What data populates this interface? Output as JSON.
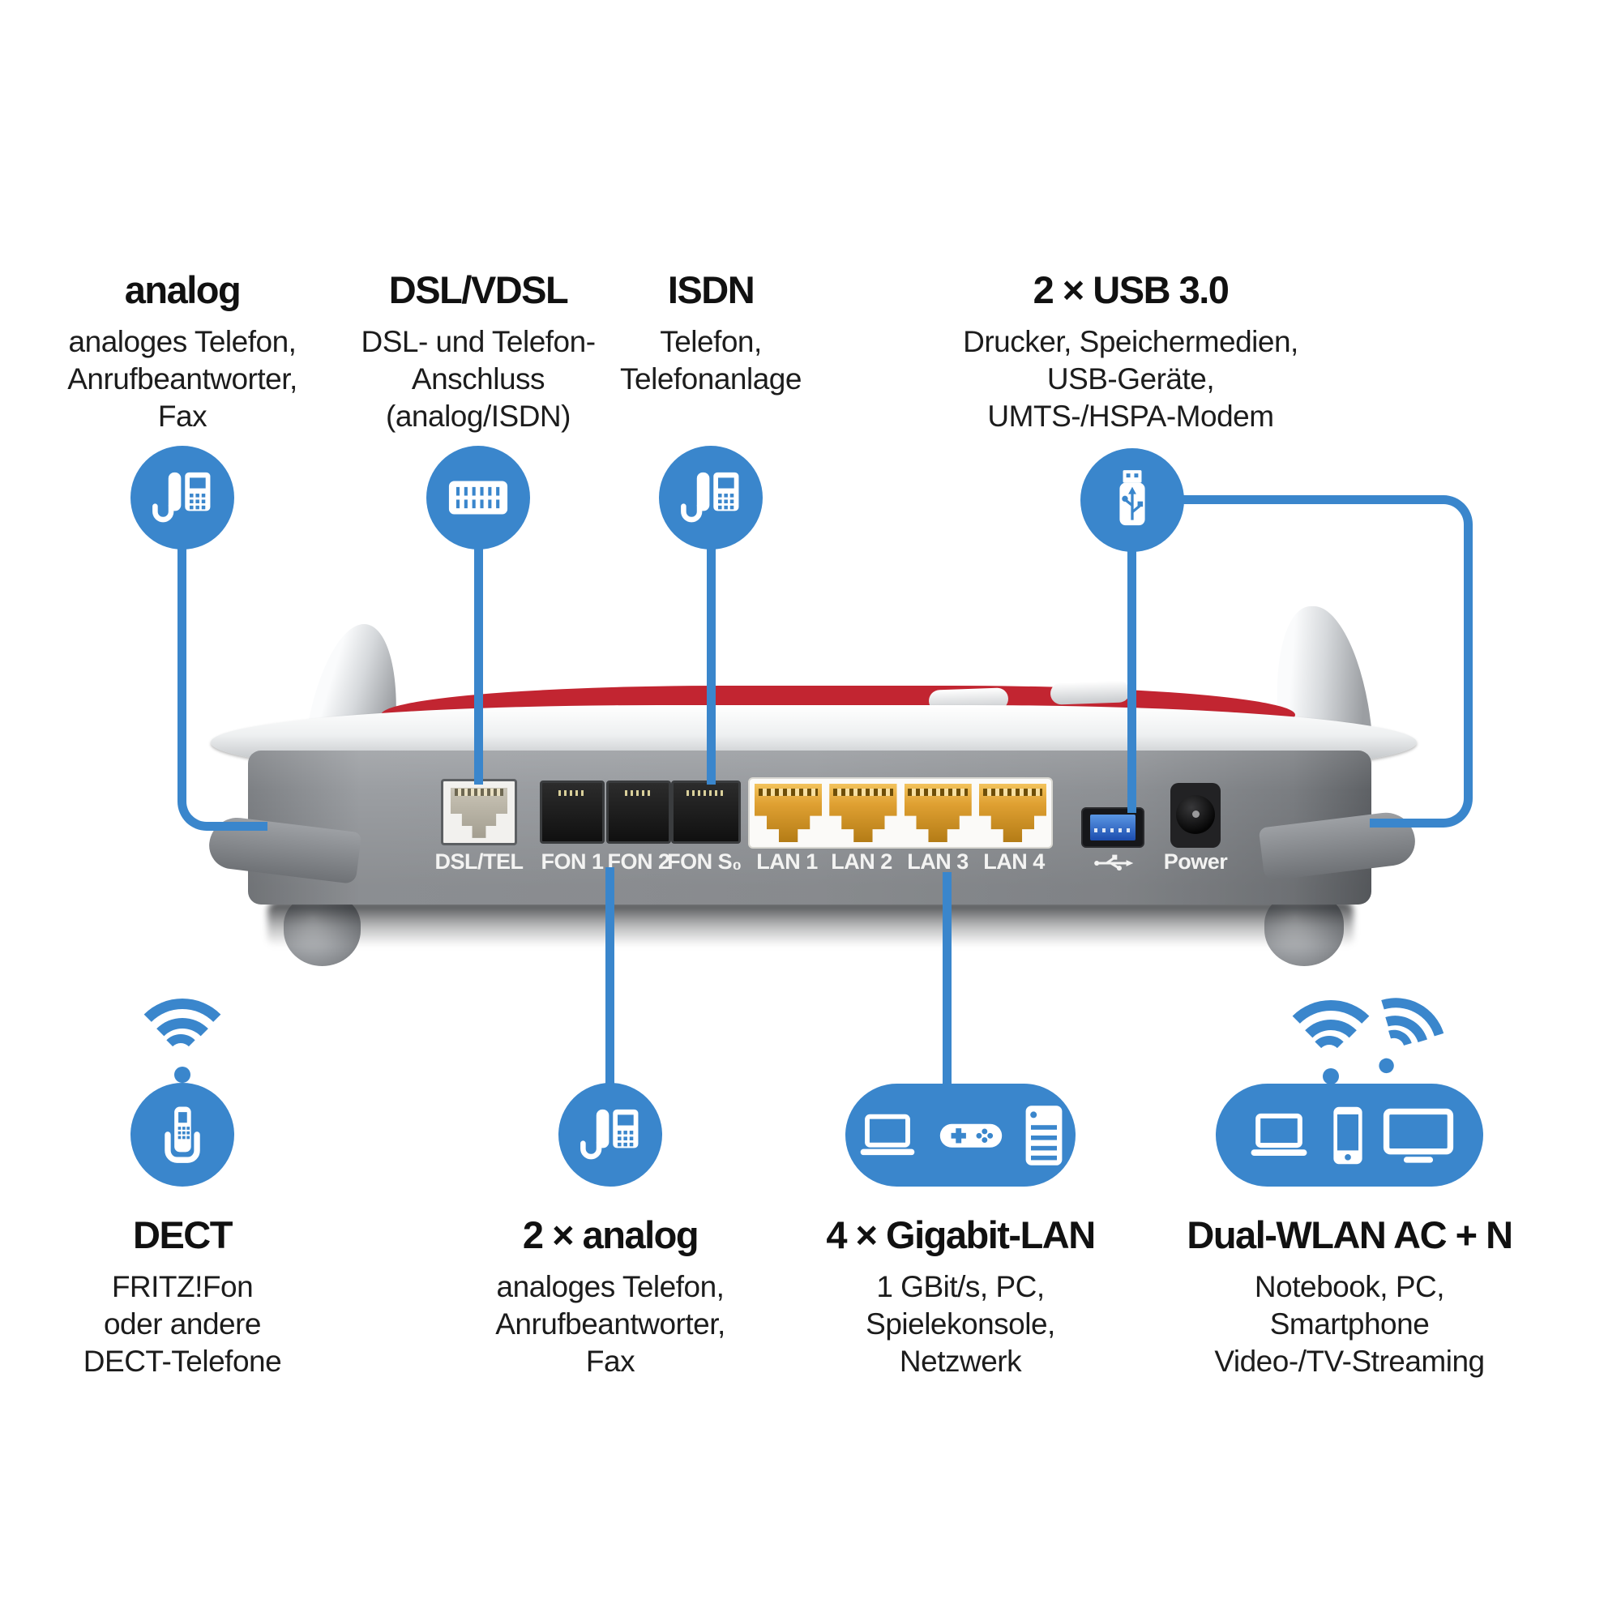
{
  "colors": {
    "accent_blue": "#3a86cc",
    "red_stripe": "#c22531",
    "body_gray": "#979a9e",
    "lan_gold": "#dfa032",
    "text_dark": "#1a1a1a",
    "port_label_white": "#f3f3f2"
  },
  "top_callouts": [
    {
      "title": "analog",
      "lines": [
        "analoges Telefon,",
        "Anrufbeantworter,",
        "Fax"
      ],
      "icon": "desk-phone-icon"
    },
    {
      "title": "DSL/VDSL",
      "lines": [
        "DSL- und Telefon-",
        "Anschluss",
        "(analog/ISDN)"
      ],
      "icon": "wall-port-icon"
    },
    {
      "title": "ISDN",
      "lines": [
        "Telefon,",
        "Telefonanlage"
      ],
      "icon": "desk-phone-icon"
    },
    {
      "title": "2 × USB 3.0",
      "lines": [
        "Drucker, Speichermedien,",
        "USB-Geräte,",
        "UMTS-/HSPA-Modem"
      ],
      "icon": "usb-stick-icon"
    }
  ],
  "bottom_callouts": [
    {
      "title": "DECT",
      "lines": [
        "FRITZ!Fon",
        "oder andere",
        "DECT-Telefone"
      ],
      "icon": "cordless-phone-icon",
      "wifi": true
    },
    {
      "title": "2 × analog",
      "lines": [
        "analoges Telefon,",
        "Anrufbeantworter,",
        "Fax"
      ],
      "icon": "desk-phone-icon"
    },
    {
      "title": "4 × Gigabit-LAN",
      "lines": [
        "1 GBit/s, PC,",
        "Spielekonsole,",
        "Netzwerk"
      ],
      "icons": [
        "laptop-icon",
        "gamepad-icon",
        "server-icon"
      ]
    },
    {
      "title": "Dual-WLAN AC + N",
      "lines": [
        "Notebook, PC,",
        "Smartphone",
        "Video-/TV-Streaming"
      ],
      "icons": [
        "laptop-icon",
        "smartphone-icon",
        "tv-icon"
      ],
      "wifi": true
    }
  ],
  "router": {
    "port_labels": [
      "DSL/TEL",
      "FON 1",
      "FON 2",
      "FON S₀",
      "LAN 1",
      "LAN 2",
      "LAN 3",
      "LAN 4"
    ],
    "usb_symbol_icon": "usb-trident-icon",
    "power_label": "Power"
  }
}
